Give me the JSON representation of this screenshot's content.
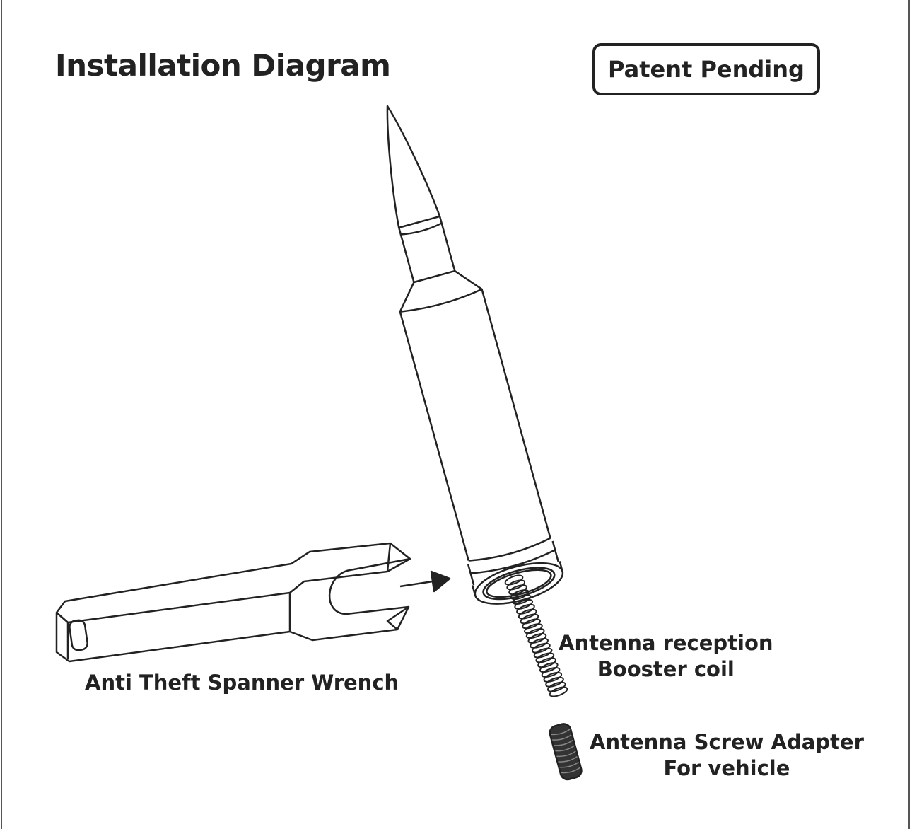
{
  "title": "Installation Diagram",
  "badge": "Patent Pending",
  "labels": {
    "wrench": "Anti Theft Spanner Wrench",
    "coil_line1": "Antenna reception",
    "coil_line2": "Booster coil",
    "adapter_line1": "Antenna Screw Adapter",
    "adapter_line2": "For vehicle"
  }
}
